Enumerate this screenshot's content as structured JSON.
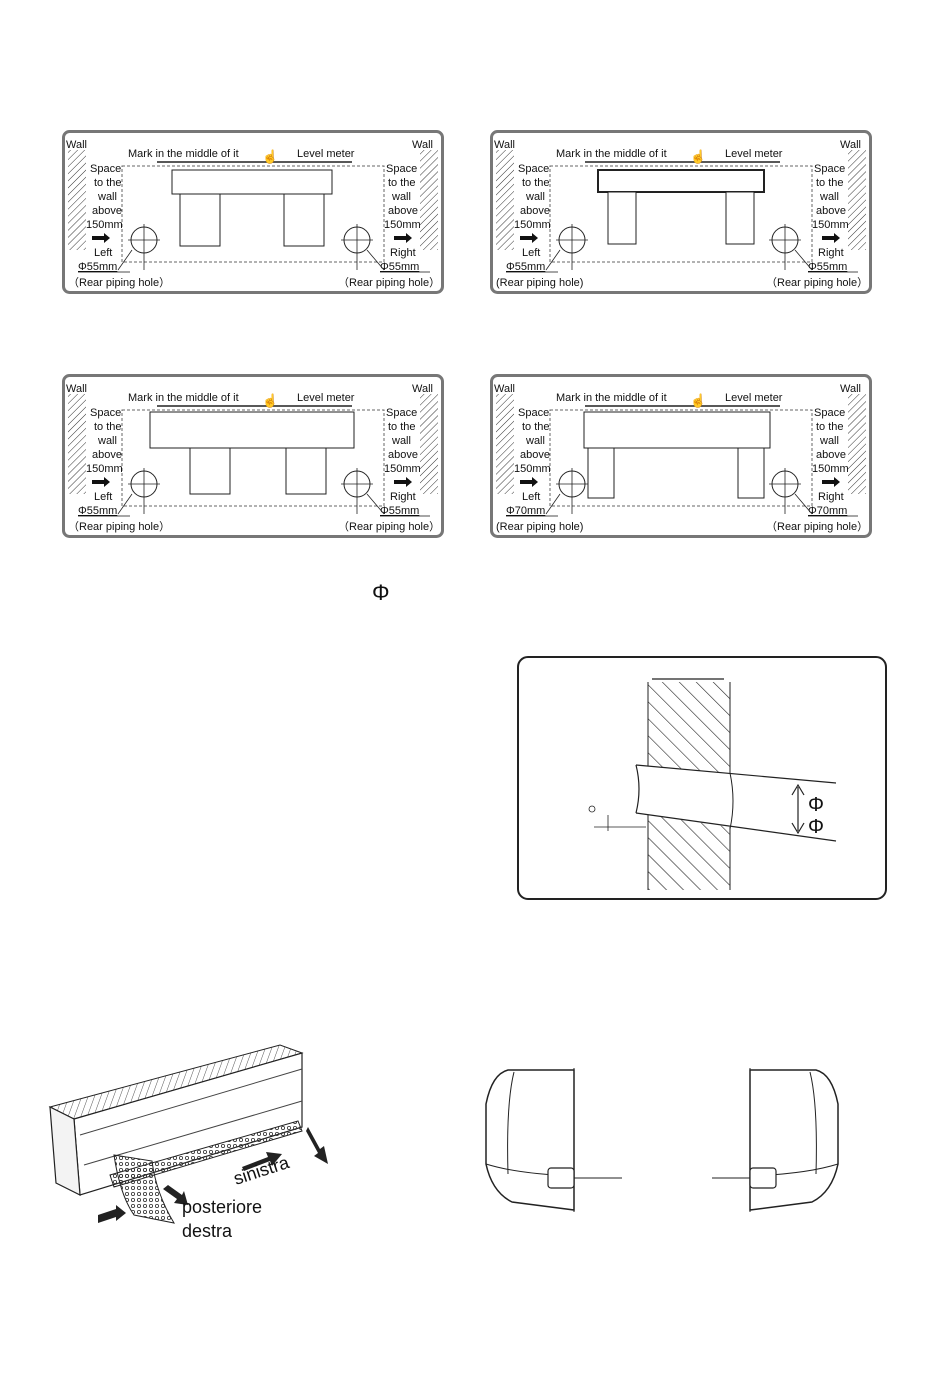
{
  "panels": [
    {
      "wall_left": "Wall",
      "wall_right": "Wall",
      "mark": "Mark in the middle of it",
      "level": "Level meter",
      "space_lines": [
        "Space",
        "to the",
        "wall",
        "above",
        "150mm"
      ],
      "left": "Left",
      "right": "Right",
      "left_dia": "Φ55mm",
      "right_dia": "Φ55mm",
      "rear_left": "（Rear piping hole）",
      "rear_right": "（Rear piping hole）"
    },
    {
      "wall_left": "Wall",
      "wall_right": "Wall",
      "mark": "Mark in the middle of it",
      "level": "Level meter",
      "space_lines": [
        "Space",
        "to the",
        "wall",
        "above",
        "150mm"
      ],
      "left": "Left",
      "right": "Right",
      "left_dia": "Φ55mm",
      "right_dia": "Φ55mm",
      "rear_left": "(Rear piping hole)",
      "rear_right": "（Rear piping hole）"
    },
    {
      "wall_left": "Wall",
      "wall_right": "Wall",
      "mark": "Mark in the middle of it",
      "level": "Level meter",
      "space_lines": [
        "Space",
        "to the",
        "wall",
        "above",
        "150mm"
      ],
      "left": "Left",
      "right": "Right",
      "left_dia": "Φ55mm",
      "right_dia": "Φ55mm",
      "rear_left": "（Rear piping hole）",
      "rear_right": "（Rear piping hole）"
    },
    {
      "wall_left": "Wall",
      "wall_right": "Wall",
      "mark": "Mark in the middle of it",
      "level": "Level meter",
      "space_lines": [
        "Space",
        "to the",
        "wall",
        "above",
        "150mm"
      ],
      "left": "Left",
      "right": "Right",
      "left_dia": "Φ70mm",
      "right_dia": "Φ70mm",
      "rear_left": "(Rear piping hole)",
      "rear_right": "（Rear piping hole）"
    }
  ],
  "phi_symbol": "Φ",
  "wall_section": {
    "phi_top": "Φ",
    "phi_bottom": "Φ",
    "small_mark": "o"
  },
  "unit_labels": {
    "sinistra": "sinistra",
    "posteriore": "posteriore",
    "destra": "destra"
  }
}
